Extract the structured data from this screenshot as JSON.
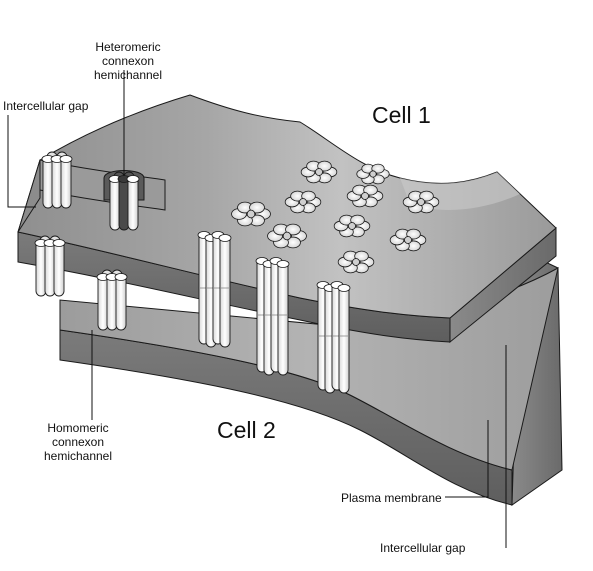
{
  "labels": {
    "cell1": "Cell 1",
    "cell2": "Cell 2",
    "intercellular_gap_top": "Intercellular gap",
    "heteromeric": [
      "Heteromeric",
      "connexon",
      "hemichannel"
    ],
    "homomeric": [
      "Homomeric",
      "connexon",
      "hemichannel"
    ],
    "plasma_membrane": "Plasma membrane",
    "intercellular_gap_bottom": "Intercellular gap"
  },
  "colors": {
    "membrane_top": "#a3a3a3",
    "membrane_side": "#6f6f6f",
    "membrane_light": "#bdbdbd",
    "protein": "#f0f0f0",
    "dark_protein": "#4a4a4a",
    "outline": "#1a1a1a"
  }
}
